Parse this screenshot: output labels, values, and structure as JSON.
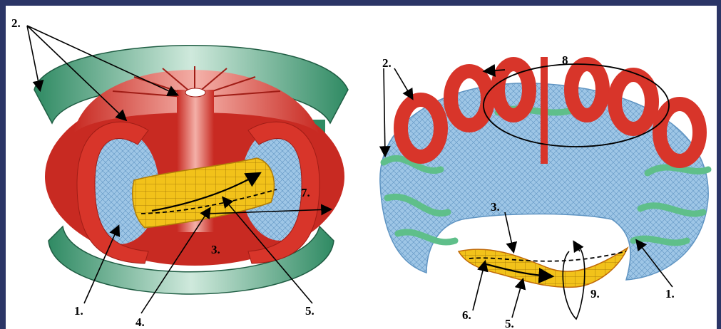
{
  "labels": {
    "tokamak": {
      "l2": "2.",
      "l7": "7.",
      "l3": "3.",
      "l1": "1.",
      "l4": "4.",
      "l5": "5."
    },
    "stellarator": {
      "l2": "2.",
      "l8": "8",
      "l3": "3.",
      "l9": "9.",
      "l6": "6.",
      "l5": "5.",
      "l1": "1."
    }
  },
  "colors": {
    "coil_red": "#d8352a",
    "coil_green": "#3e9a73",
    "vessel_blue": "#9ec6e6",
    "plasma_yellow": "#f2c21a",
    "background_frame": "#2b3566"
  }
}
